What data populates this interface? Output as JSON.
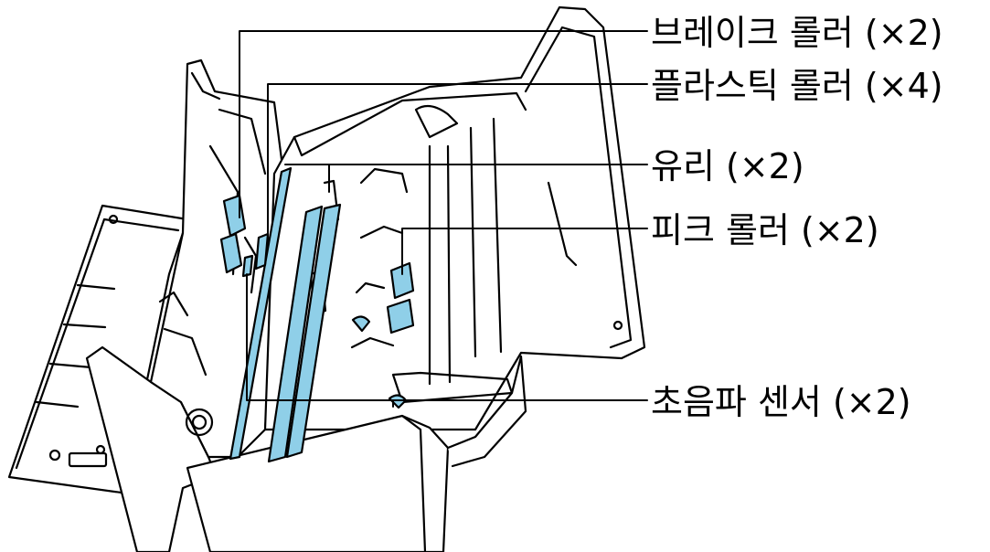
{
  "figure": {
    "subject": "Scanner with open cover showing internal parts",
    "colors": {
      "outline": "#000000",
      "highlight": "#8fcfe8",
      "background": "#ffffff"
    },
    "callouts": [
      {
        "id": "brake-roller",
        "label": "브레이크 롤러 (×2)"
      },
      {
        "id": "plastic-roller",
        "label": "플라스틱 롤러 (×4)"
      },
      {
        "id": "glass",
        "label": "유리 (×2)"
      },
      {
        "id": "pick-roller",
        "label": "피크 롤러 (×2)"
      },
      {
        "id": "ultrasonic-sensor",
        "label": "초음파 센서 (×2)"
      }
    ]
  }
}
